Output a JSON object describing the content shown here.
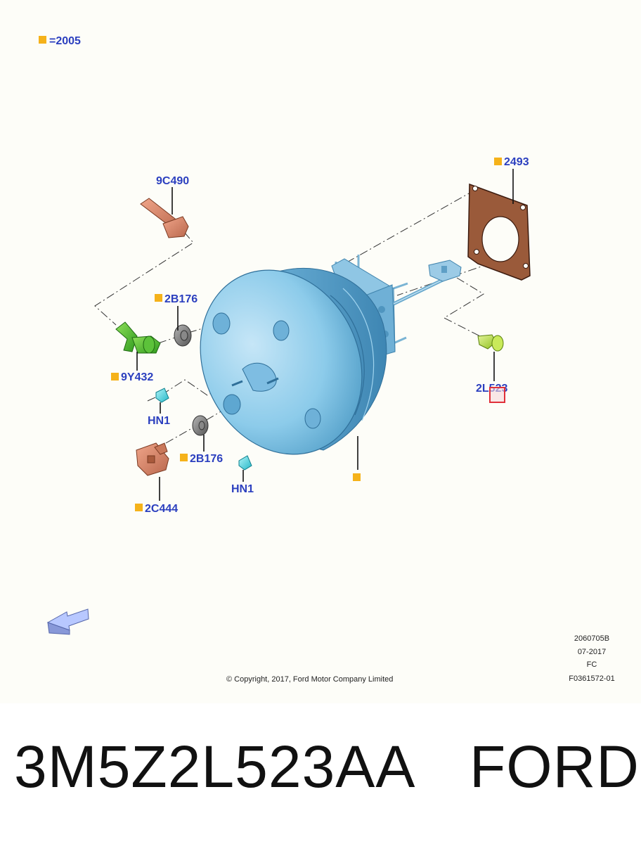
{
  "legend": {
    "marker_color": "#f5b21a",
    "text": "=2005"
  },
  "callouts": {
    "c9C490": "9C490",
    "c2493": "2493",
    "c2B176_top": "2B176",
    "c9Y432": "9Y432",
    "cHN1_left": "HN1",
    "c2L523": "2L523",
    "c2B176_bottom": "2B176",
    "cHN1_bottom": "HN1",
    "c2C444": "2C444"
  },
  "footer": {
    "copyright": "© Copyright, 2017, Ford Motor Company Limited",
    "ref_code": "2060705B",
    "date": "07-2017",
    "region": "FC",
    "figure_id": "F0361572-01"
  },
  "banner": {
    "part_number": "3M5Z2L523AA",
    "brand": "FORD"
  },
  "colors": {
    "callout_text": "#2b3fbf",
    "booster_body": "#8cc8ea",
    "gasket": "#9a5a3a",
    "highlight_box": "#e0303a"
  },
  "icons": {
    "direction_arrow": "front-direction-arrow-icon"
  }
}
